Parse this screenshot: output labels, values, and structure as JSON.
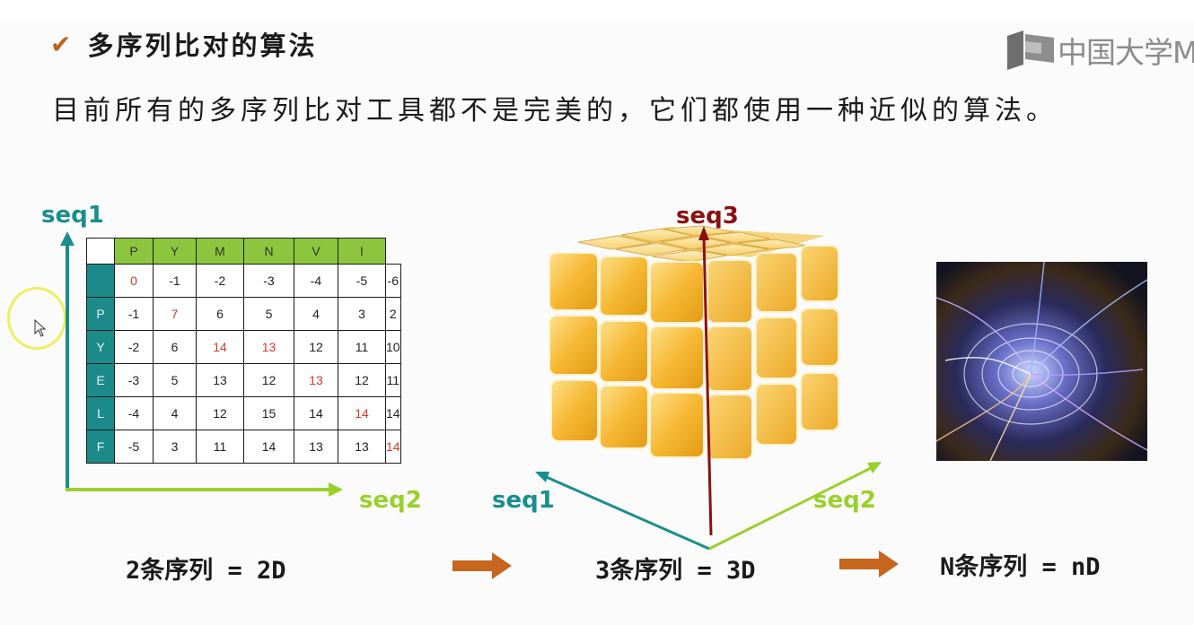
{
  "title": "多序列比对的算法",
  "logo_text": "中国大学M",
  "subtitle": "目前所有的多序列比对工具都不是完美的，它们都使用一种近似的算法。",
  "axes": {
    "seq1": "seq1",
    "seq2": "seq2",
    "seq3": "seq3"
  },
  "table": {
    "header": [
      "P",
      "Y",
      "M",
      "N",
      "V",
      "I"
    ],
    "rows": [
      {
        "label": "",
        "cells": [
          "0",
          "-1",
          "-2",
          "-3",
          "-4",
          "-5",
          "-6"
        ]
      },
      {
        "label": "P",
        "cells": [
          "-1",
          "7",
          "6",
          "5",
          "4",
          "3",
          "2"
        ]
      },
      {
        "label": "Y",
        "cells": [
          "-2",
          "6",
          "14",
          "13",
          "12",
          "11",
          "10"
        ]
      },
      {
        "label": "E",
        "cells": [
          "-3",
          "5",
          "13",
          "12",
          "13",
          "12",
          "11"
        ]
      },
      {
        "label": "L",
        "cells": [
          "-4",
          "4",
          "12",
          "15",
          "14",
          "14",
          "14"
        ]
      },
      {
        "label": "F",
        "cells": [
          "-5",
          "3",
          "11",
          "14",
          "13",
          "13",
          "14"
        ]
      }
    ],
    "highlight_color": "#d23a2a"
  },
  "equations": {
    "eq_2d": "2条序列 = 2D",
    "eq_3d": "3条序列 = 3D",
    "eq_nd": "N条序列 = nD"
  },
  "colors": {
    "accent_check": "#b8641c",
    "teal": "#1a8e8e",
    "green": "#9ad02c",
    "arrow_orange": "#c7661e",
    "cube_orange": "#f3b32a"
  }
}
